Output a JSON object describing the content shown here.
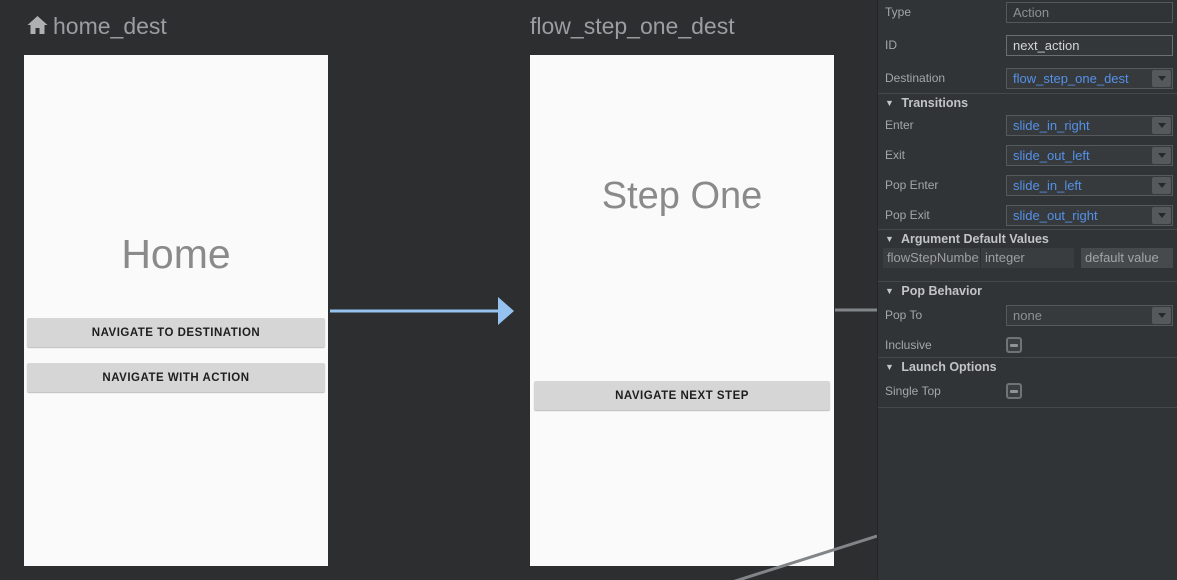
{
  "canvas": {
    "destinations": [
      {
        "title": "home_dest",
        "screen_title": "Home",
        "buttons": [
          "NAVIGATE TO DESTINATION",
          "NAVIGATE WITH ACTION"
        ]
      },
      {
        "title": "flow_step_one_dest",
        "screen_title": "Step One",
        "buttons": [
          "NAVIGATE NEXT STEP"
        ]
      }
    ]
  },
  "panel": {
    "rows": {
      "type": {
        "label": "Type",
        "value": "Action"
      },
      "id": {
        "label": "ID",
        "value": "next_action"
      },
      "destination": {
        "label": "Destination",
        "value": "flow_step_one_dest"
      }
    },
    "transitions": {
      "header": "Transitions",
      "rows": [
        {
          "label": "Enter",
          "value": "slide_in_right"
        },
        {
          "label": "Exit",
          "value": "slide_out_left"
        },
        {
          "label": "Pop Enter",
          "value": "slide_in_left"
        },
        {
          "label": "Pop Exit",
          "value": "slide_out_right"
        }
      ]
    },
    "argument_defaults": {
      "header": "Argument Default Values",
      "name": "flowStepNumbe",
      "type": "integer",
      "default_placeholder": "default value"
    },
    "pop_behavior": {
      "header": "Pop Behavior",
      "pop_to_label": "Pop To",
      "pop_to_value": "none",
      "inclusive_label": "Inclusive"
    },
    "launch_options": {
      "header": "Launch Options",
      "single_top_label": "Single Top"
    }
  },
  "colors": {
    "action_arrow_blue": "#96c2f0",
    "action_line_gray": "#828587",
    "link_blue": "#5591e8",
    "canvas_bg": "#2c2e30",
    "panel_bg": "#303436",
    "screen_bg": "#fafafa"
  }
}
